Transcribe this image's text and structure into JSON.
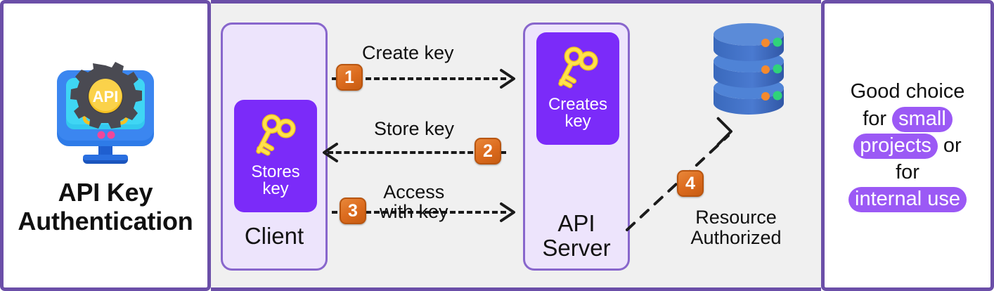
{
  "left_panel": {
    "icon": "api-monitor-gear-icon",
    "icon_badge_text": "API",
    "title_line1": "API Key",
    "title_line2": "Authentication"
  },
  "diagram": {
    "background": "#f0f0f0",
    "border_color": "#6B4FA8",
    "nodes": [
      {
        "id": "client",
        "name": "Client",
        "chip_icon": "key-icon",
        "chip_label_line1": "Stores",
        "chip_label_line2": "key",
        "chip_color": "#7B2BF9",
        "box_color": "#EDE4FC"
      },
      {
        "id": "api-server",
        "name_line1": "API",
        "name_line2": "Server",
        "chip_icon": "key-icon",
        "chip_label_line1": "Creates",
        "chip_label_line2": "key",
        "chip_color": "#7B2BF9",
        "box_color": "#EDE4FC"
      }
    ],
    "connections": [
      {
        "step": "1",
        "label": "Create key",
        "direction": "right",
        "from": "client",
        "to": "api-server"
      },
      {
        "step": "2",
        "label": "Store key",
        "direction": "left",
        "from": "api-server",
        "to": "client"
      },
      {
        "step": "3",
        "label_line1": "Access",
        "label_line2": "with key",
        "direction": "right",
        "from": "client",
        "to": "api-server"
      },
      {
        "step": "4",
        "label_line1": "Resource",
        "label_line2": "Authorized",
        "direction": "up-right",
        "from": "api-server",
        "to": "database"
      }
    ],
    "database": {
      "icon": "database-stack-icon",
      "tiers": 3,
      "body_color": "#3F72C4",
      "top_color": "#5B8BD8",
      "led_colors": [
        "#F58A2E",
        "#2FD37A"
      ]
    },
    "step_badge_color": "#DC6B1E"
  },
  "right_panel": {
    "text_parts": [
      {
        "text": "Good choice",
        "highlight": false
      },
      {
        "text": "for ",
        "highlight": false
      },
      {
        "text": "small",
        "highlight": true
      },
      {
        "text": "projects",
        "highlight": true
      },
      {
        "text": " or",
        "highlight": false
      },
      {
        "text": "for",
        "highlight": false
      },
      {
        "text": "internal use",
        "highlight": true
      }
    ],
    "highlight_color": "#9B59F5"
  }
}
